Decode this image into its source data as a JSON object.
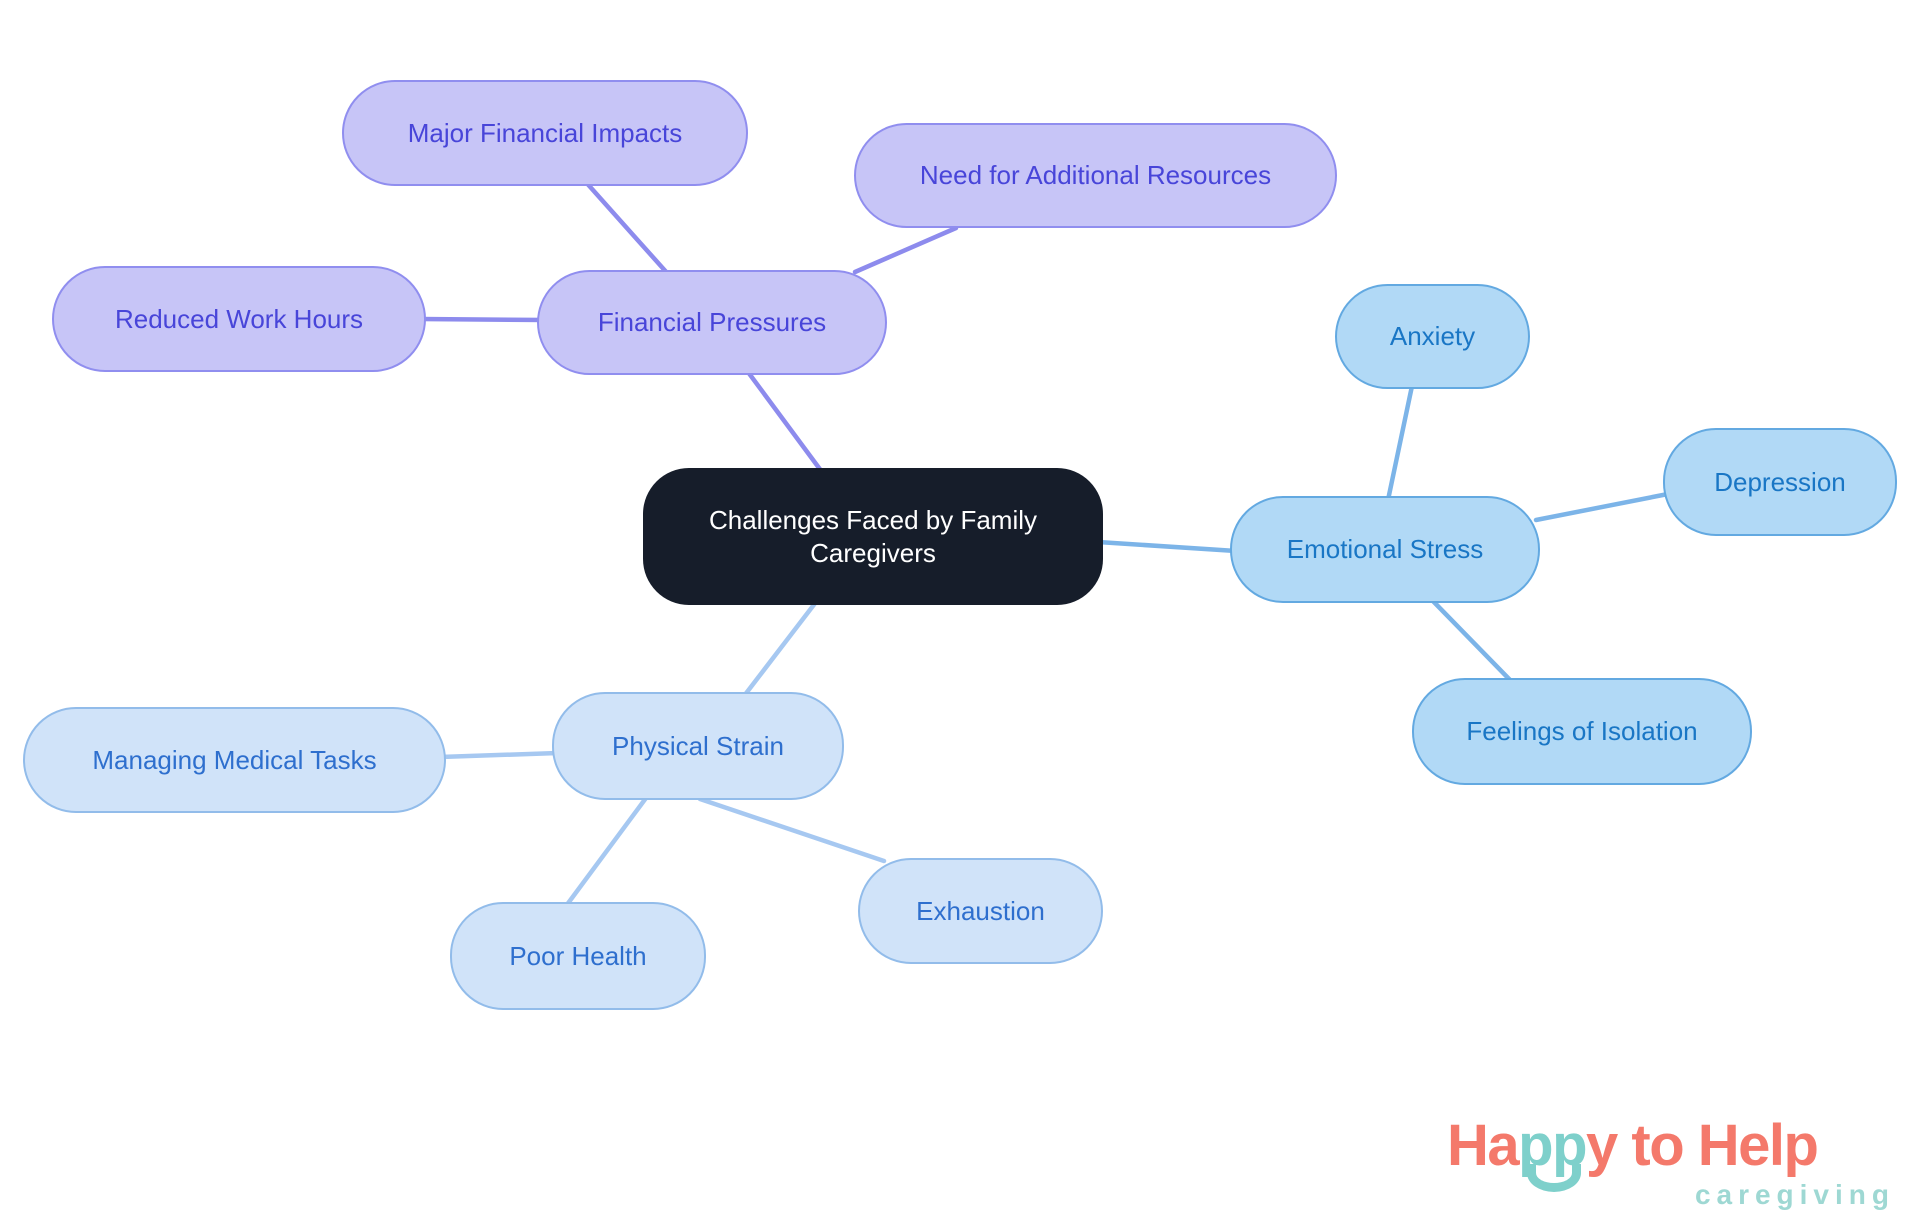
{
  "diagram_title": "Challenges Faced by Family Caregivers",
  "nodes": {
    "central": {
      "label": "Challenges Faced by Family Caregivers"
    },
    "financial_pressures": {
      "label": "Financial Pressures"
    },
    "major_financial_impacts": {
      "label": "Major Financial Impacts"
    },
    "need_for_additional_resources": {
      "label": "Need for Additional Resources"
    },
    "reduced_work_hours": {
      "label": "Reduced Work Hours"
    },
    "emotional_stress": {
      "label": "Emotional Stress"
    },
    "anxiety": {
      "label": "Anxiety"
    },
    "depression": {
      "label": "Depression"
    },
    "feelings_of_isolation": {
      "label": "Feelings of Isolation"
    },
    "physical_strain": {
      "label": "Physical Strain"
    },
    "managing_medical_tasks": {
      "label": "Managing Medical Tasks"
    },
    "poor_health": {
      "label": "Poor Health"
    },
    "exhaustion": {
      "label": "Exhaustion"
    }
  },
  "structure": {
    "root": "Challenges Faced by Family Caregivers",
    "branches": [
      {
        "label": "Financial Pressures",
        "children": [
          "Major Financial Impacts",
          "Need for Additional Resources",
          "Reduced Work Hours"
        ]
      },
      {
        "label": "Emotional Stress",
        "children": [
          "Anxiety",
          "Depression",
          "Feelings of Isolation"
        ]
      },
      {
        "label": "Physical Strain",
        "children": [
          "Managing Medical Tasks",
          "Poor Health",
          "Exhaustion"
        ]
      }
    ]
  },
  "colors": {
    "background": "#FFFFFF",
    "central_fill": "#161D2A",
    "central_text": "#FFFFFF",
    "financial_fill": "#C7C5F7",
    "financial_border": "#908EEF",
    "financial_text": "#4845D9",
    "financial_edge": "#8D8BED",
    "emotional_fill": "#B1D9F6",
    "emotional_border": "#63A9E1",
    "emotional_text": "#1976C5",
    "emotional_edge": "#7CB4E8",
    "physical_fill": "#D0E3F9",
    "physical_border": "#92BCEA",
    "physical_text": "#2E6FCE",
    "physical_edge": "#A6C8F1"
  },
  "logo": {
    "word_ha": "Ha",
    "word_pp": "pp",
    "word_rest": "y to Help",
    "tagline": "caregiving",
    "coral": "#F4796B",
    "teal": "#7ED0CB",
    "tagline_teal": "#9ED8D3"
  }
}
